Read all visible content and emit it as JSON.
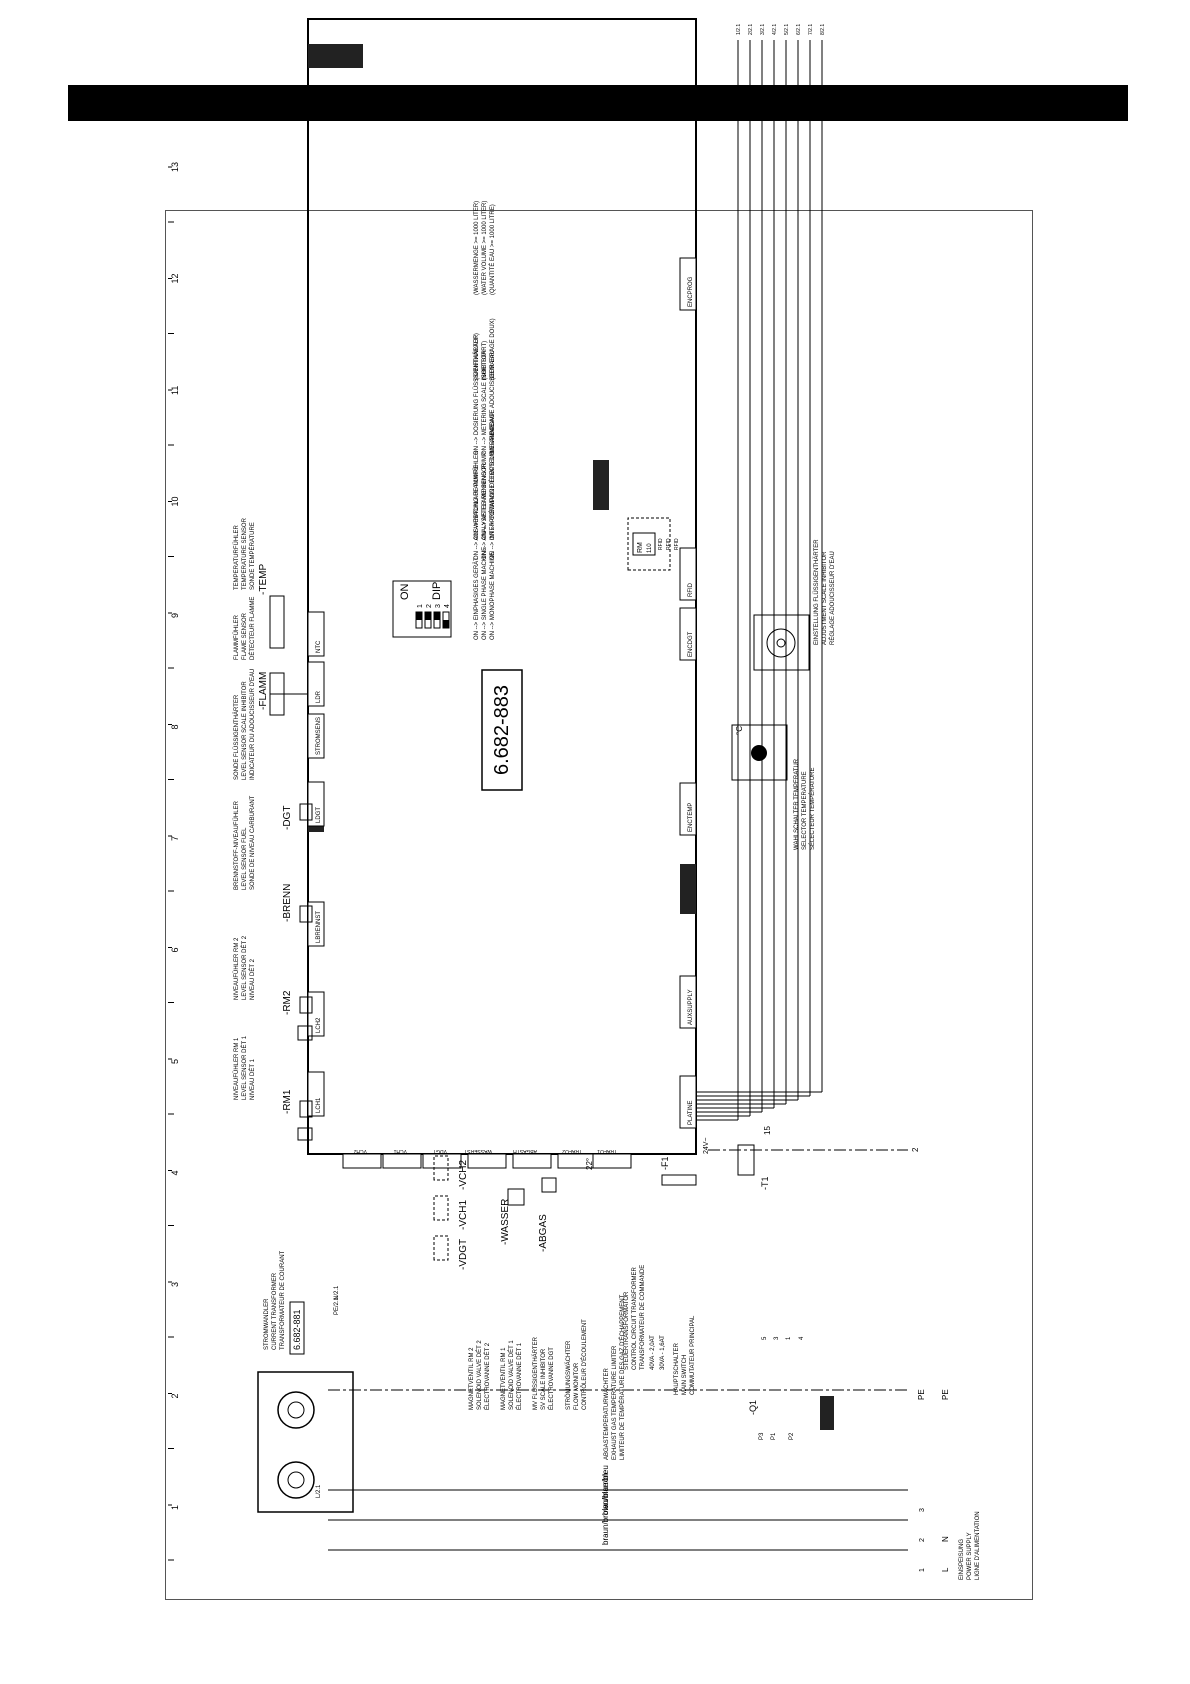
{
  "grid_numbers": [
    "1",
    "2",
    "3",
    "4",
    "5",
    "6",
    "7",
    "8",
    "9",
    "10",
    "11",
    "12",
    "13"
  ],
  "board": {
    "part_number": "6.682-883",
    "connectors_top": [
      "LCH1",
      "LCH2",
      "LBRENNST",
      "LDGT",
      "STROMSENS",
      "LDR",
      "NTC"
    ],
    "connectors_bottom": [
      "PLATINE",
      "AUXSUPPLY",
      "ENCTEMP",
      "ENCDGT",
      "RFID",
      "ENCPROG"
    ],
    "connectors_left": [
      "VCH2",
      "VCH1",
      "VDGT",
      "WASSERST",
      "ABGASTH",
      "TRAFO2",
      "TRAFO1"
    ]
  },
  "dip": {
    "on_label": "ON",
    "dip_label": "DIP",
    "switch_numbers": [
      "1",
      "2",
      "3",
      "4"
    ],
    "descriptions": [
      {
        "lines": [
          "ON --> DOSIERUNG FLÜSSIGENTHÄRTER",
          "ON --> METERING SCALE INHIBITOR",
          "ON --> DOSAGE ADOUCISSEUR EAU"
        ],
        "extra": [
          "(WASSERMENGE >= 1000 LITER)",
          "(WATER VOLUME >= 1000 LITER)",
          "(QUANTITÉ EAU >= 1000 LITRE)"
        ]
      },
      {
        "lines": [
          "ON --> NACHLAUF PUMPE",
          "ON --> AFTER RUNNING PUMP",
          "ON --> COMMANDE TEMPS D'INERTIE POMP"
        ],
        "extra": [
          "(SANFTANLAUF)",
          "(SOFTSTART)",
          "(DEMARRAGE DOUX)"
        ]
      },
      {
        "lines": [
          "ON --> AUSWERTUNG FLAMMFÜHLER",
          "ON --> ANALYSIS FLAME SENSOR",
          "ON --> INTERPRÉTATION DÉTECTEUR FLAMME"
        ],
        "extra": []
      },
      {
        "lines": [
          "ON --> EINPHASIGES GERÄT",
          "ON --> SINGLE PHASE MACHINE",
          "ON --> MONOPHASE MACHINE"
        ],
        "extra": []
      }
    ]
  },
  "components": {
    "rm1": {
      "tag": "-RM1",
      "lines": [
        "NIVEAUFÜHLER RM 1",
        "LEVEL SENSOR DÉT 1",
        "NIVEAU DÉT 1"
      ]
    },
    "rm2": {
      "tag": "-RM2",
      "lines": [
        "NIVEAUFÜHLER RM 2",
        "LEVEL SENSOR DÉT 2",
        "NIVEAU DÉT 2"
      ]
    },
    "brenn": {
      "tag": "-BRENN",
      "lines": [
        "BRENNSTOFF-NIVEAUFÜHLER",
        "LEVEL SENSOR FUEL",
        "SONDE DE NIVEAU CARBURANT"
      ]
    },
    "dgt": {
      "tag": "-DGT",
      "lines": [
        "SONDE FLÜSSIGENTHÄRTER",
        "LEVEL SENSOR SCALE INHIBITOR",
        "INDICATEUR DU ADOUCISSEUR D'EAU"
      ]
    },
    "flamm": {
      "tag": "-FLAMM",
      "lines": [
        "FLAMMFÜHLER",
        "FLAME SENSOR",
        "DÉTECTEUR FLAMME"
      ]
    },
    "temp": {
      "tag": "-TEMP",
      "lines": [
        "TEMPERATURFÜHLER",
        "TEMPERATURE SENSOR",
        "SONDE TEMPÉRATURE"
      ]
    },
    "stromwandler": {
      "lines": [
        "STROMWANDLER",
        "CURRENT TRANSFORMER",
        "TRANSFORMATEUR DE COURANT"
      ],
      "part": "6.682-881"
    },
    "vch2": {
      "tag": "-VCH2",
      "lines": [
        "MAGNETVENTIL RM 2",
        "SOLENOID VALVE DÉT 2",
        "ÉLECTROVANNE DÉT 2"
      ]
    },
    "vch1": {
      "tag": "-VCH1",
      "lines": [
        "MAGNETVENTIL RM 1",
        "SOLENOID VALVE DÉT 1",
        "ÉLECTROVANNE DÉT 1"
      ]
    },
    "vdgt": {
      "tag": "-VDGT",
      "lines": [
        "MV FLÜSSIGENTHÄRTER",
        "SV SCALE INHIBITOR",
        "ÉLECTROVANNE DGT"
      ]
    },
    "wasser": {
      "tag": "-WASSER",
      "lines": [
        "STRÖMUNGSWÄCHTER",
        "FLOW MONITOR",
        "CONTRÔLEUR D'ÉCOULEMENT"
      ]
    },
    "abgas": {
      "tag": "-ABGAS",
      "note": "22°",
      "lines": [
        "ABGASTEMPERATURWÄCHTER",
        "EXHAUST GAS TEMPERATURE LIMITER",
        "LIMITEUR DE TEMPÉRATURE DES GAZ D'ÉCHAPPEMENT"
      ]
    },
    "trafo": {
      "tag": "-T1",
      "fuse": "-F1",
      "voltage": "24V~",
      "wire": "15",
      "lines": [
        "STEUERTRANSFORMATOR",
        "CONTROL CIRCUIT TRANSFORMER",
        "TRANSFORMATEUR DE COMMANDE"
      ],
      "ratings": [
        "40VA - 2,0AT",
        "30VA - 1,6AT"
      ]
    },
    "main_switch": {
      "tag": "-Q1",
      "lines": [
        "HAUPTSCHALTER",
        "MAIN SWITCH",
        "COMMUTATEUR PRINCIPAL"
      ],
      "pins": [
        "P3",
        "P1",
        "P2"
      ],
      "numbers": [
        "5",
        "3",
        "1",
        "4"
      ]
    },
    "wahlschalter": {
      "unit": "°C",
      "lines": [
        "WAHLSCHALTER TEMPERATUR",
        "SELECTOR TEMPERATURE",
        "SÉLECTEUR TEMPÉRATURE"
      ]
    },
    "einstellung": {
      "lines": [
        "EINSTELLUNG FLÜSSIGENTHÄRTER",
        "ADJUSTMENT SCALE INHIBITOR",
        "RÉGLAGE ADOUCISSEUR D'EAU"
      ]
    },
    "rfid_module": {
      "tag": "RM",
      "num": "110",
      "pins": [
        "RFID",
        "RFID",
        "RFID"
      ]
    }
  },
  "wires": {
    "blue": "blau/blue/bleu",
    "brown": "braun/brown/marron",
    "terminals_left": [
      "L/2.1",
      "N/2.1",
      "PE/2.1"
    ],
    "terminals_right": [
      "1/2.1",
      "2/2.1",
      "3/2.1",
      "4/2.1",
      "5/2.1",
      "6/2.1",
      "7/2.1",
      "8/2.1"
    ],
    "pe_wire": "2"
  },
  "supply": {
    "terminal_numbers": [
      "1",
      "2",
      "3"
    ],
    "pe_short": "PE",
    "labels": [
      "L",
      "N",
      "PE"
    ],
    "lines": [
      "EINSPEISUNG",
      "POWER SUPPLY",
      "LIGNE D'ALIMENTATION"
    ]
  }
}
